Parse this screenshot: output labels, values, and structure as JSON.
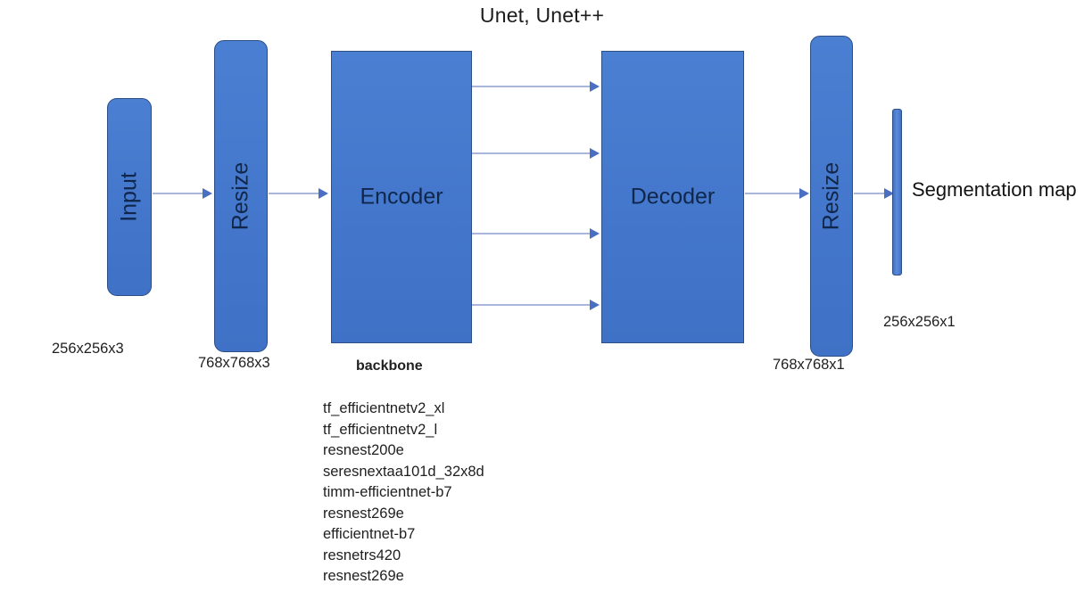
{
  "title": "Unet, Unet++",
  "nodes": {
    "input": {
      "label": "Input"
    },
    "resize_in": {
      "label": "Resize"
    },
    "encoder": {
      "label": "Encoder"
    },
    "decoder": {
      "label": "Decoder"
    },
    "resize_out": {
      "label": "Resize"
    },
    "output_bar": {
      "label": ""
    }
  },
  "labels": {
    "segmentation_map": "Segmentation map",
    "input_shape": "256x256x3",
    "resized_input_shape": "768x768x3",
    "resized_output_shape": "768x768x1",
    "output_shape": "256x256x1",
    "backbone_heading": "backbone"
  },
  "backbones": [
    "tf_efficientnetv2_xl",
    "tf_efficientnetv2_l",
    "resnest200e",
    "seresnextaa101d_32x8d",
    "timm-efficientnet-b7",
    "resnest269e",
    "efficientnet-b7",
    "resnetrs420",
    "resnest269e"
  ],
  "colors": {
    "node_fill": "#4479ce",
    "node_border": "#2d4f86",
    "connector": "#a8b6dc",
    "arrowhead": "#4a6fc0",
    "text": "#1f1f1f",
    "background": "#ffffff"
  },
  "skip_connections": 4
}
